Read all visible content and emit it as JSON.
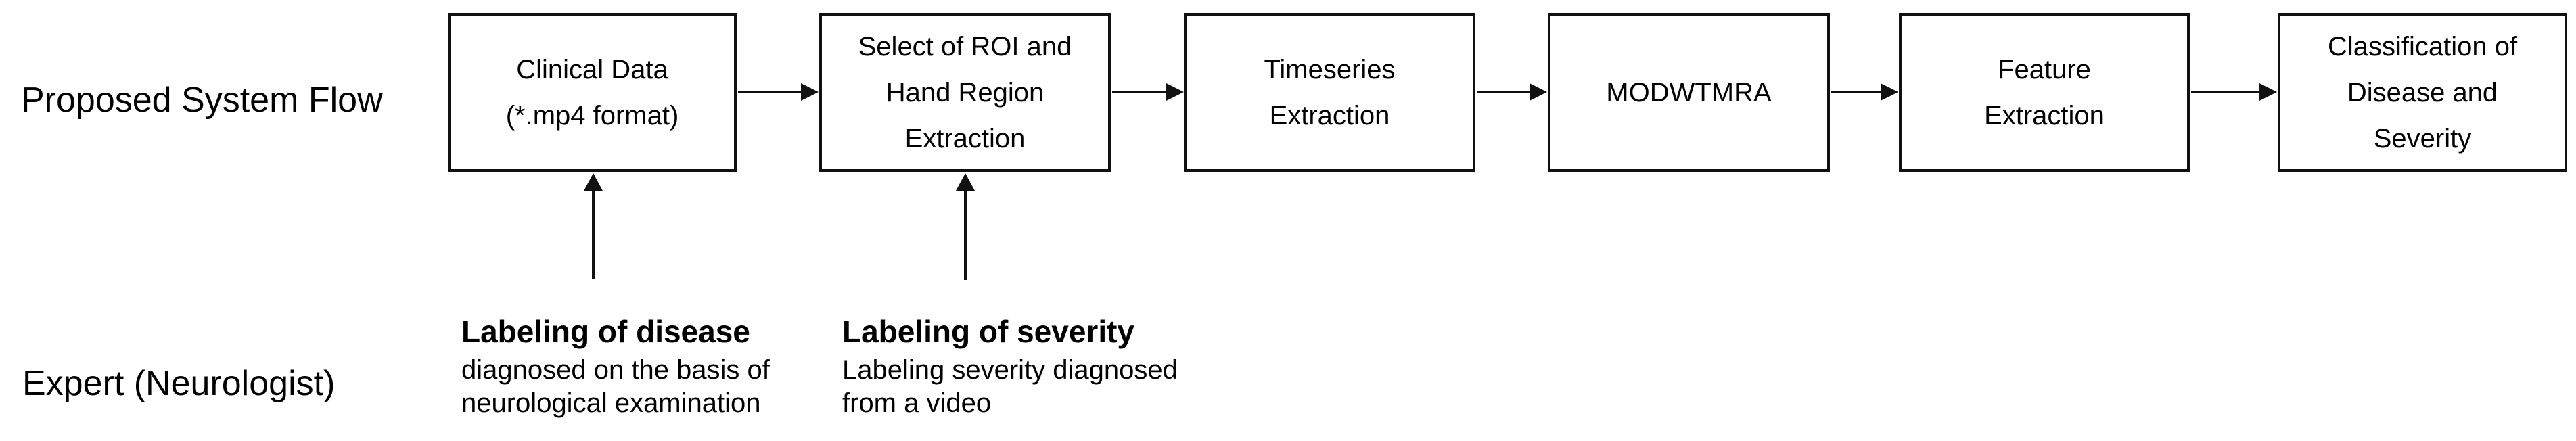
{
  "page": {
    "background_color": "#ffffff",
    "text_color": "#000000",
    "line_color": "#111111"
  },
  "labels": {
    "flow_row": "Proposed System Flow",
    "expert_row": "Expert (Neurologist)"
  },
  "flow": {
    "boxes": [
      {
        "label": "Clinical Data\n(*.mp4 format)"
      },
      {
        "label": "Select of ROI and\nHand Region\nExtraction"
      },
      {
        "label": "Timeseries\nExtraction"
      },
      {
        "label": "MODWTMRA"
      },
      {
        "label": "Feature\nExtraction"
      },
      {
        "label": "Classification of\nDisease and\nSeverity"
      }
    ]
  },
  "annotations": [
    {
      "title": "Labeling of disease",
      "description": "diagnosed on the basis of\nneurological examination"
    },
    {
      "title": "Labeling of severity",
      "description": "Labeling severity diagnosed\nfrom a video"
    }
  ]
}
